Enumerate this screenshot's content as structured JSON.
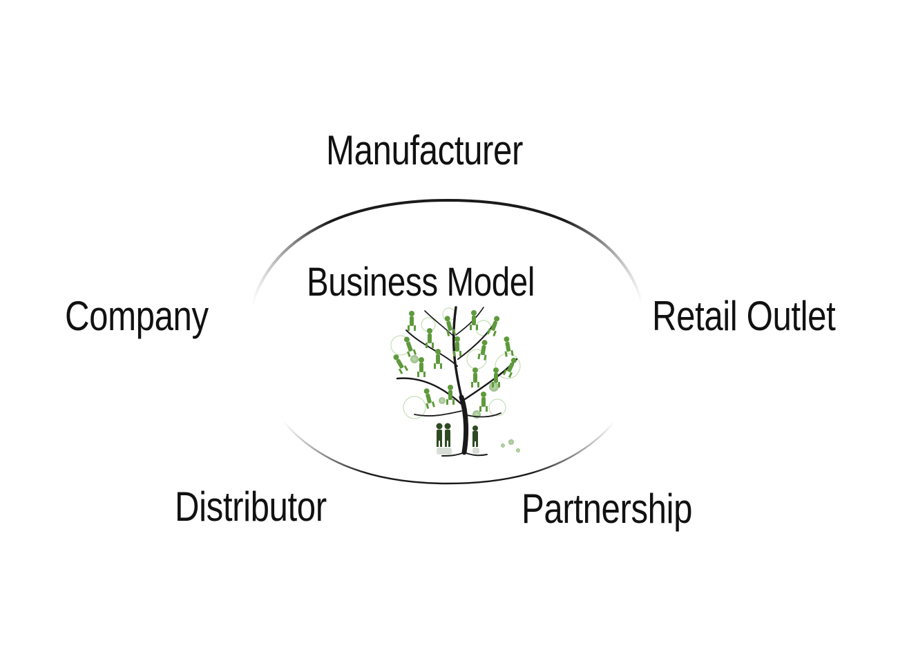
{
  "diagram": {
    "center_label": "Business Model",
    "nodes": {
      "top": "Manufacturer",
      "left": "Company",
      "right": "Retail Outlet",
      "bottom_left": "Distributor",
      "bottom_right": "Partnership"
    },
    "illustration": "tree-of-people-icon",
    "colors": {
      "text": "#111111",
      "ellipse_stroke": "#000000",
      "tree_green": "#6aa84f",
      "tree_trunk": "#1a1a1a"
    }
  }
}
